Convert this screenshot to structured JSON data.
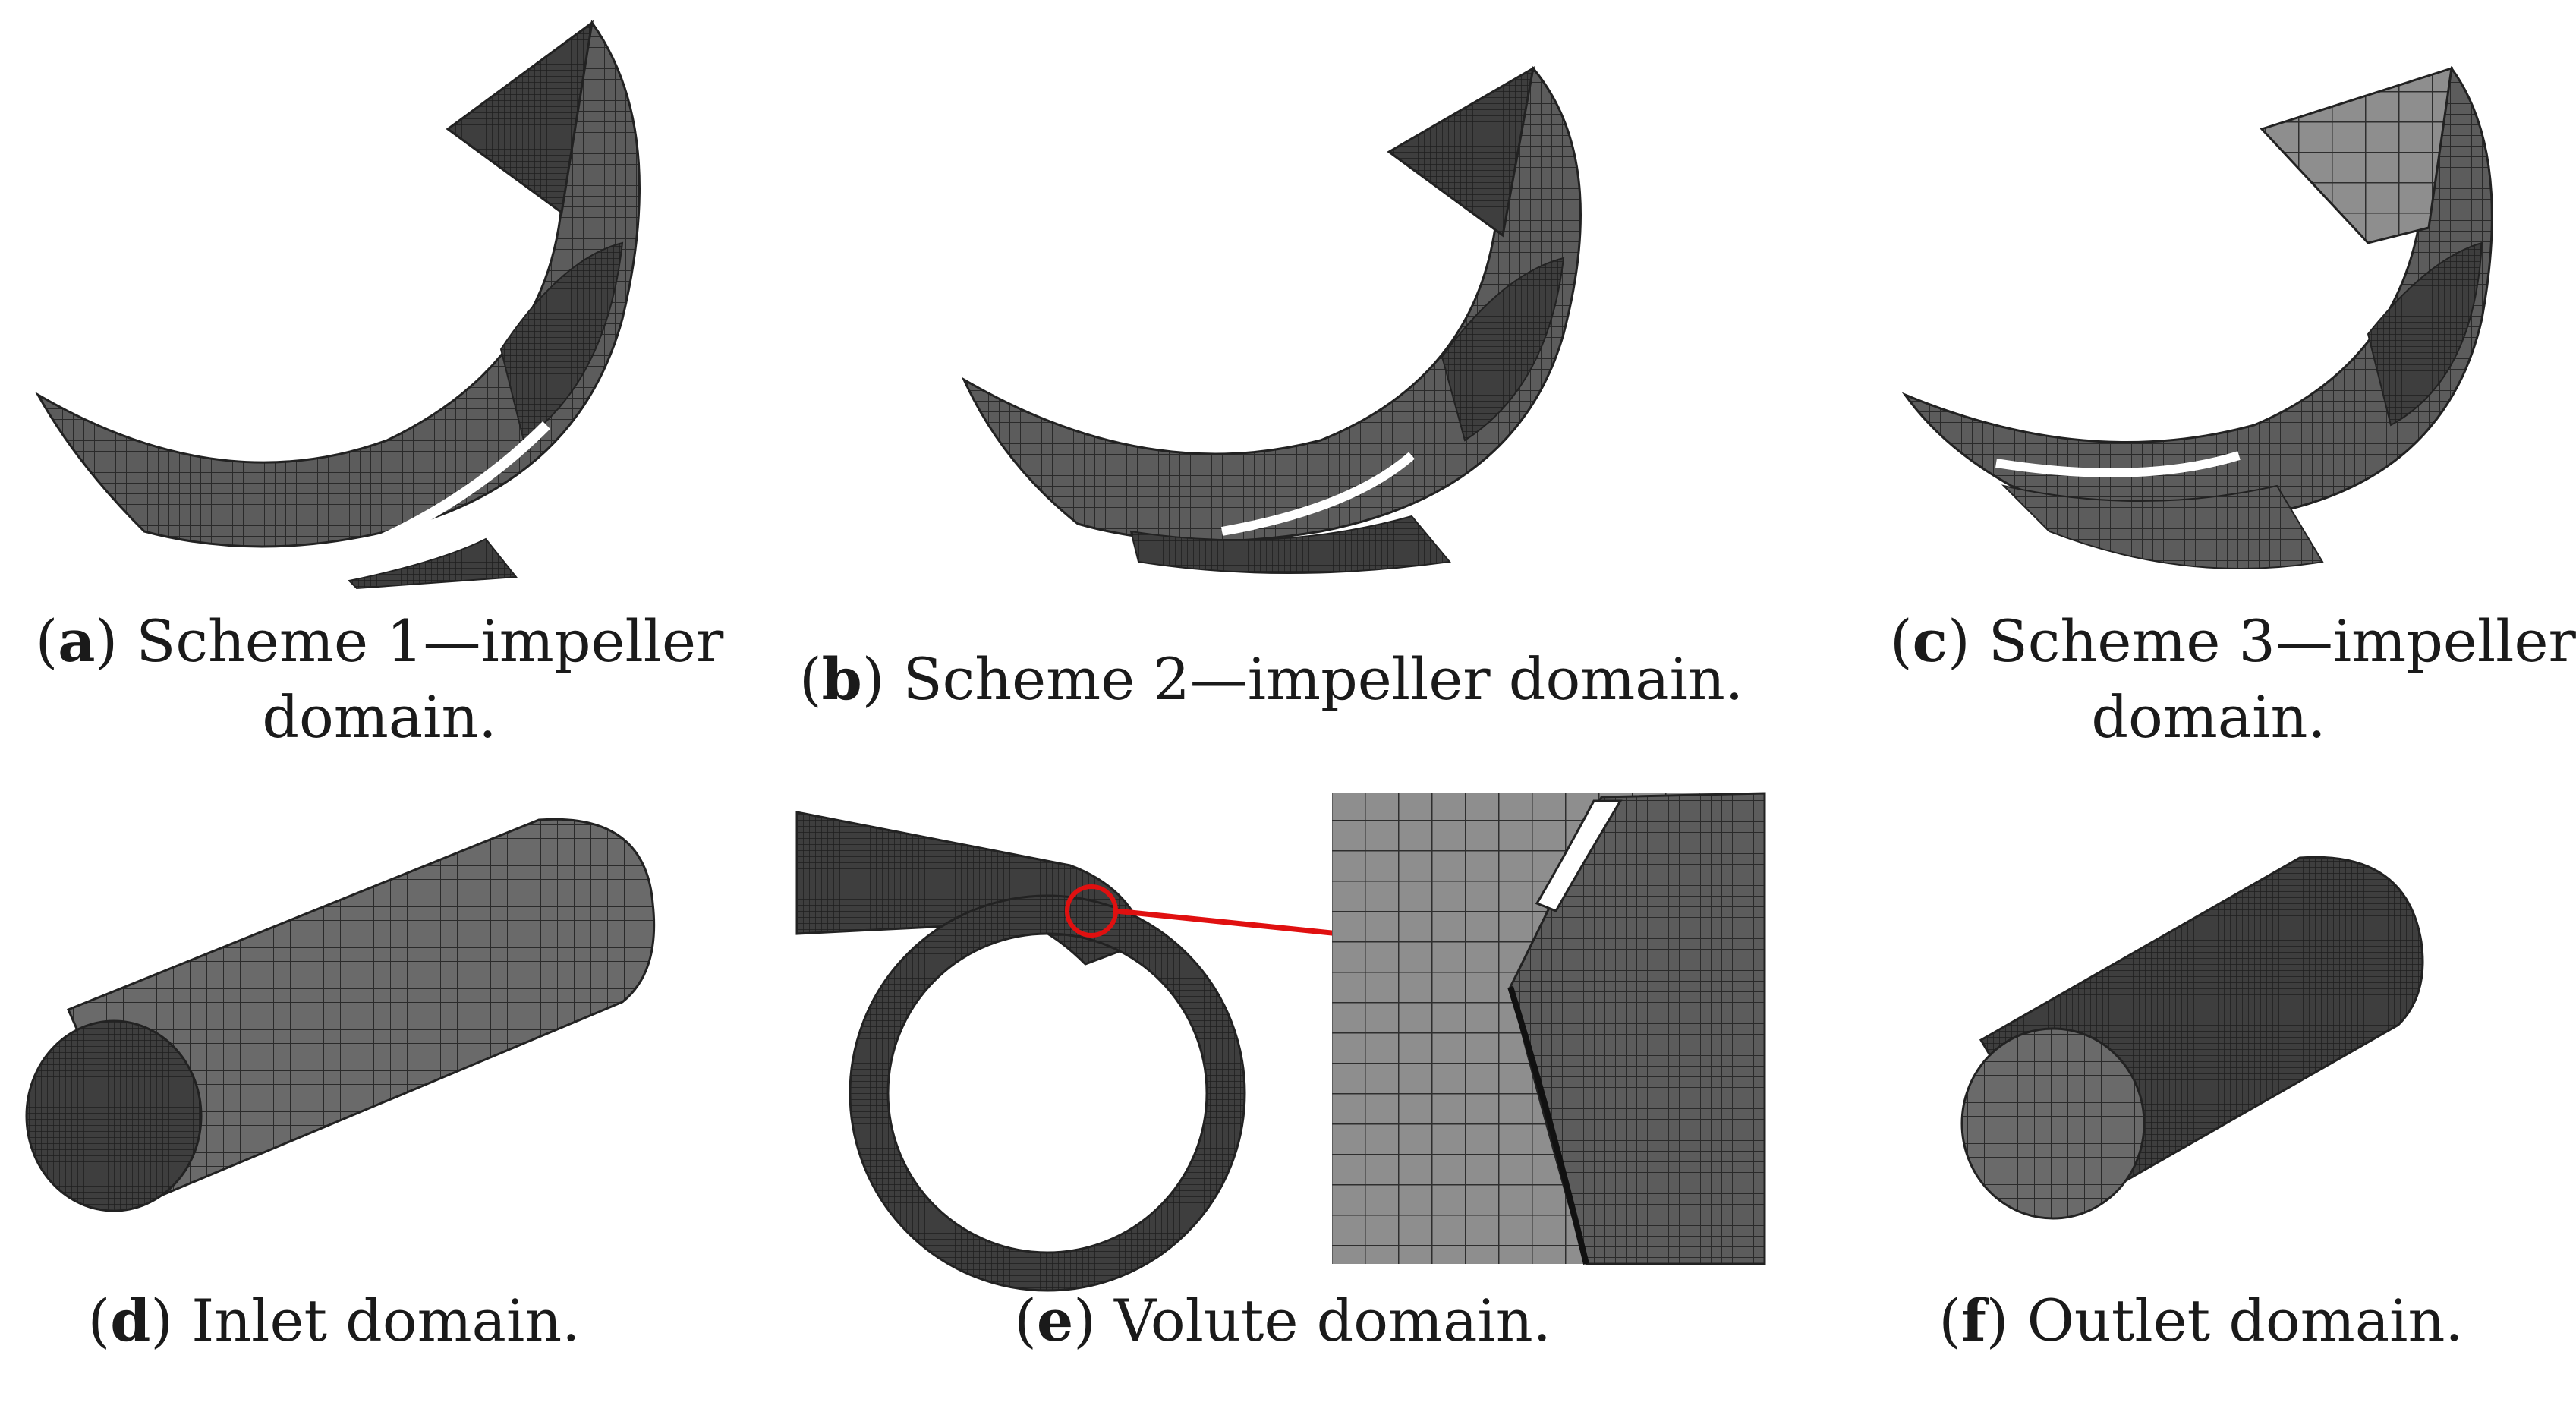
{
  "panels": [
    {
      "id": "a",
      "letter": "a",
      "caption_line1": ") Scheme 1—impeller",
      "caption_line2": "domain."
    },
    {
      "id": "b",
      "letter": "b",
      "caption_line1": ") Scheme 2—impeller domain.",
      "caption_line2": ""
    },
    {
      "id": "c",
      "letter": "c",
      "caption_line1": ") Scheme 3—impeller",
      "caption_line2": "domain."
    },
    {
      "id": "d",
      "letter": "d",
      "caption_line1": ") Inlet domain.",
      "caption_line2": ""
    },
    {
      "id": "e",
      "letter": "e",
      "caption_line1": ") Volute domain.",
      "caption_line2": ""
    },
    {
      "id": "f",
      "letter": "f",
      "caption_line1": ") Outlet domain.",
      "caption_line2": ""
    }
  ],
  "colors": {
    "mesh_fill": "#5a5a5a",
    "mesh_dark": "#2b2b2b",
    "mesh_light": "#8a8a8a",
    "highlight": "#e01010"
  }
}
